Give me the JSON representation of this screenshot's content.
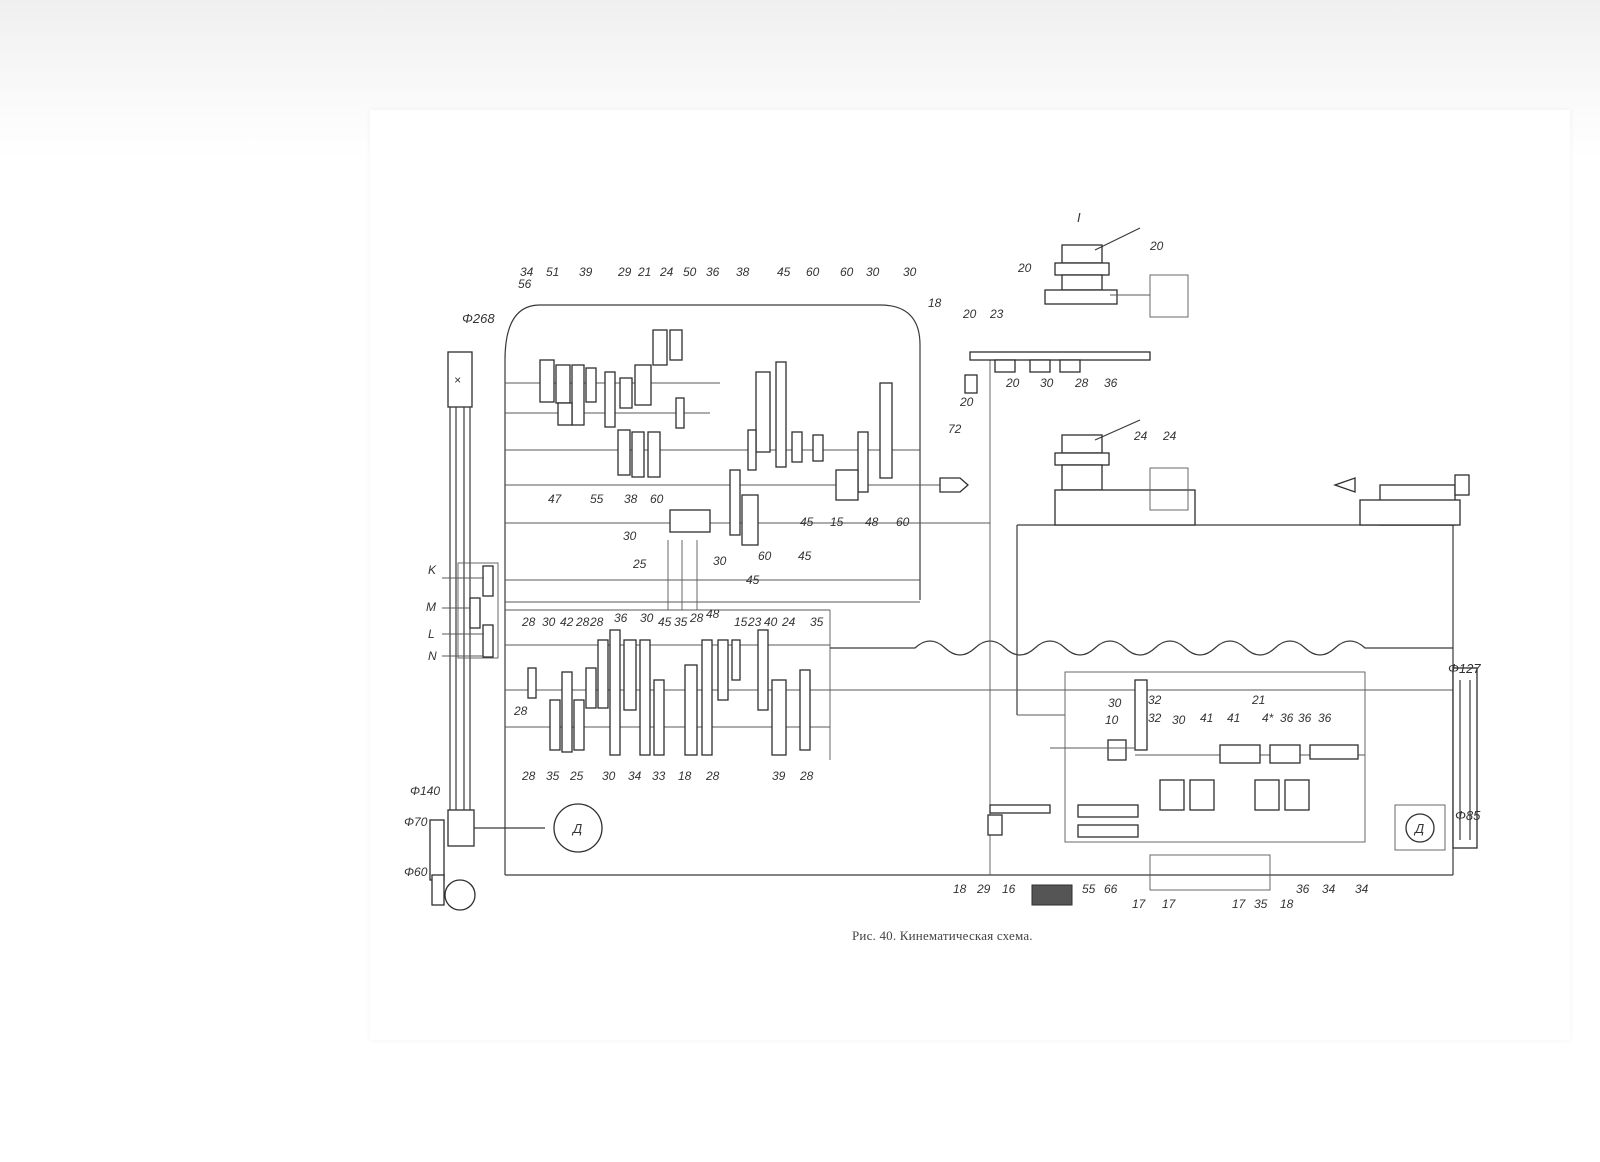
{
  "caption": "Рис. 40. Кинематическая схема.",
  "labels": {
    "pulley_main": "Φ268",
    "pulley_127": "Φ127",
    "pulley_85": "Φ85",
    "pulley_140": "Φ140",
    "pulley_70": "Φ70",
    "pulley_60": "Φ60",
    "motor_main": "Д",
    "motor_rapid": "Д",
    "lever_K": "K",
    "lever_M": "M",
    "lever_L": "L",
    "lever_N": "N",
    "tool_I": "I"
  },
  "headstock_top": [
    "56",
    "34",
    "51",
    "39",
    "29",
    "21",
    "24",
    "50",
    "36",
    "38",
    "45",
    "60",
    "60",
    "30",
    "30",
    "18"
  ],
  "headstock_bottom": [
    "47",
    "55",
    "38",
    "60",
    "45",
    "15",
    "48",
    "60",
    "72"
  ],
  "headstock_mid": [
    "30",
    "25",
    "30",
    "60",
    "45",
    "45"
  ],
  "gearbox_top": [
    "28",
    "30",
    "42",
    "28",
    "28",
    "36",
    "30",
    "45",
    "35",
    "28",
    "48",
    "15",
    "23",
    "40",
    "24",
    "35"
  ],
  "gearbox_bottom": [
    "28",
    "35",
    "25",
    "30",
    "34",
    "33",
    "18",
    "28",
    "39",
    "28"
  ],
  "gearbox_left": "28",
  "carriage_top": [
    "20",
    "23",
    "20",
    "30",
    "28",
    "36",
    "20",
    "20",
    "20"
  ],
  "tool_right": [
    "24",
    "24"
  ],
  "apron_labels": [
    "30",
    "32",
    "32",
    "10",
    "30",
    "41",
    "41",
    "21",
    "4*",
    "36",
    "36",
    "36"
  ],
  "apron_bottom": [
    "18",
    "29",
    "16",
    "55",
    "66",
    "17",
    "17",
    "17",
    "35",
    "18",
    "36",
    "34",
    "34"
  ]
}
